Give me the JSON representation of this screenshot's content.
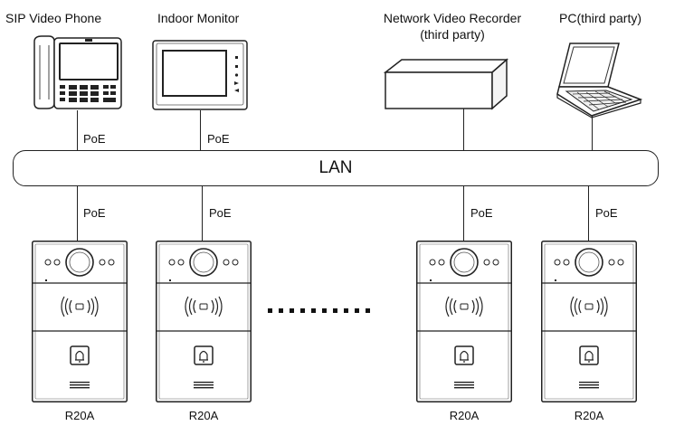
{
  "devices": {
    "sip_phone": {
      "label": "SIP Video Phone",
      "link": "PoE"
    },
    "indoor_monitor": {
      "label": "Indoor Monitor",
      "link": "PoE"
    },
    "nvr": {
      "label_line1": "Network Video Recorder",
      "label_line2": "(third party)"
    },
    "pc": {
      "label": "PC(third party)"
    }
  },
  "network": {
    "label": "LAN"
  },
  "door_stations": [
    {
      "label": "R20A",
      "link": "PoE"
    },
    {
      "label": "R20A",
      "link": "PoE"
    },
    {
      "label": "R20A",
      "link": "PoE"
    },
    {
      "label": "R20A",
      "link": "PoE"
    }
  ],
  "continuation": "......."
}
